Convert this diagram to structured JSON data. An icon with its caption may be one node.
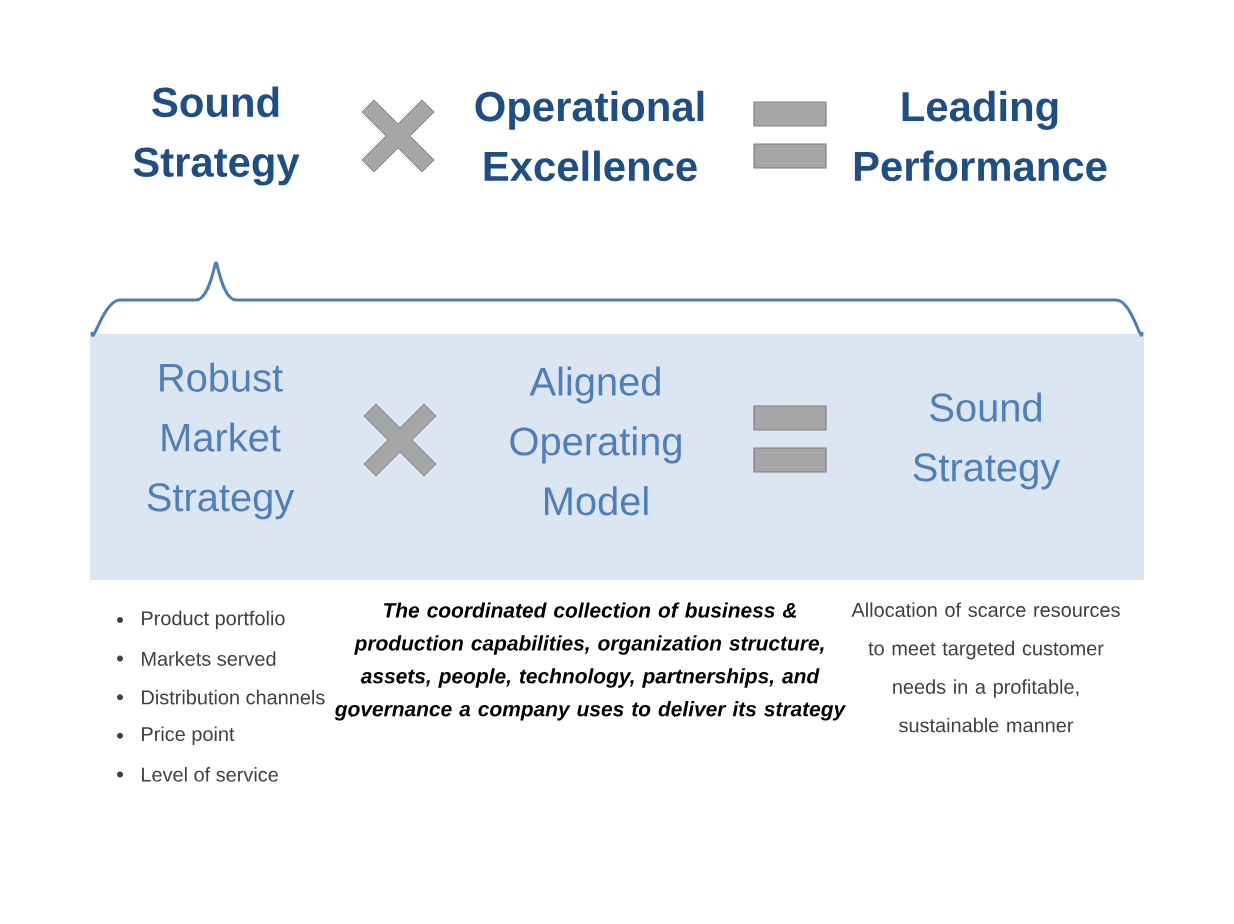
{
  "diagram": {
    "nodes": [
      {
        "text": [
          "Sound Strategy"
        ]
      },
      {
        "text": [
          "Operational Excellence"
        ]
      },
      {
        "text": [
          "Leading Performance"
        ]
      },
      {
        "text": [],
        "shape": "box"
      },
      {
        "text": [
          "Robust Market Strategy"
        ],
        "in": 3
      },
      {
        "text": [
          "Aligned Operating Model"
        ],
        "in": 3
      },
      {
        "text": [
          "Sound Strategy"
        ],
        "in": 3
      }
    ],
    "labels": [
      "Product portfolio",
      "Markets served",
      "Distribution channels",
      "Price point",
      "Level of service",
      "The coordinated collection of business & production capabilities, organization structure, assets, people, technology, partnerships, and governance a company uses to deliver its strategy",
      "Allocation of scarce resources to meet targeted customer needs in a profitable, sustainable manner"
    ]
  }
}
